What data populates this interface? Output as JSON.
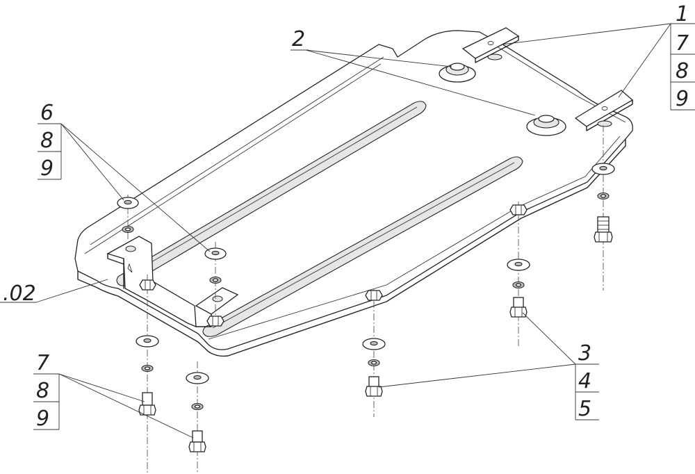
{
  "callouts": {
    "top_right": [
      "1",
      "7",
      "8",
      "9"
    ],
    "top_middle": [
      "2"
    ],
    "left_upper": [
      "6",
      "8",
      "9"
    ],
    "left_part": [
      ".02"
    ],
    "bottom_left": [
      "7",
      "8",
      "9"
    ],
    "bottom_right": [
      "3",
      "4",
      "5"
    ]
  }
}
